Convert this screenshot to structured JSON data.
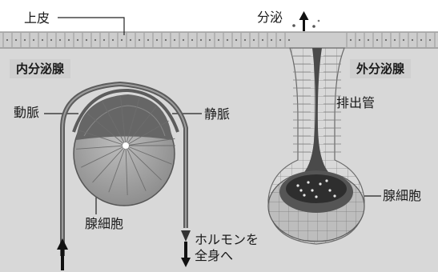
{
  "labels": {
    "epithelium": "上皮",
    "secretion": "分泌",
    "endocrine": "内分泌腺",
    "exocrine": "外分泌腺",
    "artery": "動脈",
    "vein": "静脈",
    "duct": "排出管",
    "gland_cell_exocrine": "腺細胞",
    "gland_cell_endocrine": "腺細胞",
    "hormone_line1": "ホルモンを",
    "hormone_line2": "全身へ"
  },
  "colors": {
    "background": "#d6d6d6",
    "epithelium": "#cfcfcf",
    "gland_body": "#a9a9a9",
    "gland_dark": "#555555",
    "vessel": "#6c6c6c",
    "label_text": "#1a1a1a"
  }
}
